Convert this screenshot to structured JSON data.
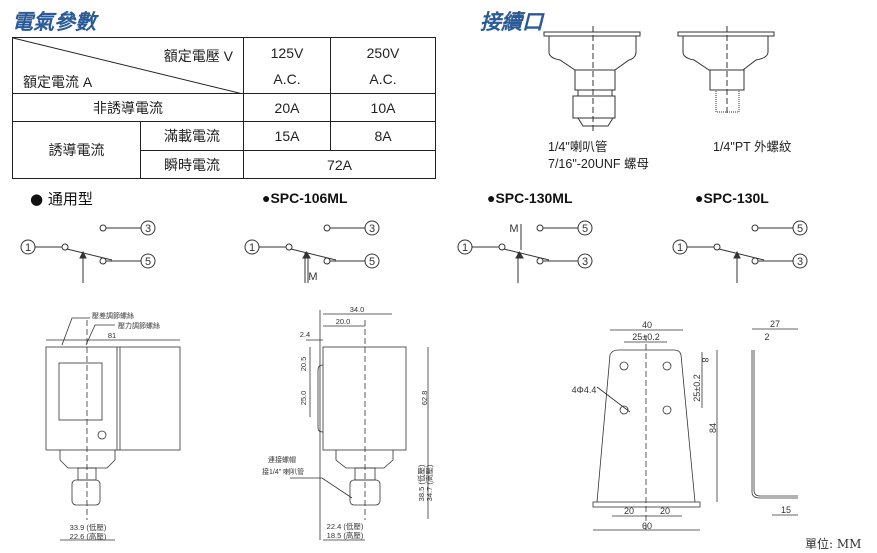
{
  "electrical": {
    "title": "電氣參數",
    "header": {
      "voltage_label": "額定電壓 V",
      "current_label": "額定電流 A",
      "col1": [
        "125V",
        "A.C."
      ],
      "col2": [
        "250V",
        "A.C."
      ]
    },
    "rows": {
      "non_inductive": {
        "label": "非誘導電流",
        "v125": "20A",
        "v250": "10A"
      },
      "inductive": {
        "label": "誘導電流",
        "full_load": {
          "label": "滿載電流",
          "v125": "15A",
          "v250": "8A"
        },
        "instant": {
          "label": "瞬時電流",
          "value": "72A"
        }
      }
    }
  },
  "connection": {
    "title": "接續口",
    "flare": [
      "1/4\"喇叭管",
      "7/16\"-20UNF 螺母"
    ],
    "pt": "1/4\"PT 外螺紋"
  },
  "switches": [
    {
      "name": "通用型",
      "top": "3",
      "bottom": "5",
      "common": "1"
    },
    {
      "name": "SPC-106ML",
      "top": "3",
      "bottom": "5",
      "common": "1",
      "m": "M"
    },
    {
      "name": "SPC-130ML",
      "top": "5",
      "bottom": "3",
      "common": "1",
      "m": "M"
    },
    {
      "name": "SPC-130L",
      "top": "5",
      "bottom": "3",
      "common": "1"
    }
  ],
  "front": {
    "diff_screw": "壓差調節螺絲",
    "pressure_screw": "壓力調節螺絲",
    "width": "81",
    "bottom": [
      "33.9 (低壓)",
      "22.6 (高壓)"
    ]
  },
  "side": {
    "d34": "34.0",
    "d20": "20.0",
    "d24": "2.4",
    "d205": "20.5",
    "d25": "25.0",
    "d628": "62.8",
    "nut": [
      "連接螺帽",
      "接1/4\" 喇叭管"
    ],
    "right": [
      "38.5 (低壓)",
      "34.7 (高壓)"
    ],
    "bottom": [
      "22.4 (低壓)",
      "18.5 (高壓)"
    ]
  },
  "bracket": {
    "d40": "40",
    "d25": "25±0.2",
    "d8": "8",
    "d25v": "25±0.2",
    "d84": "84",
    "holes": "4Φ4.4",
    "d20a": "20",
    "d20b": "20",
    "d60": "60",
    "d27": "27",
    "d2": "2",
    "d15": "15"
  },
  "unit": "單位: MM"
}
